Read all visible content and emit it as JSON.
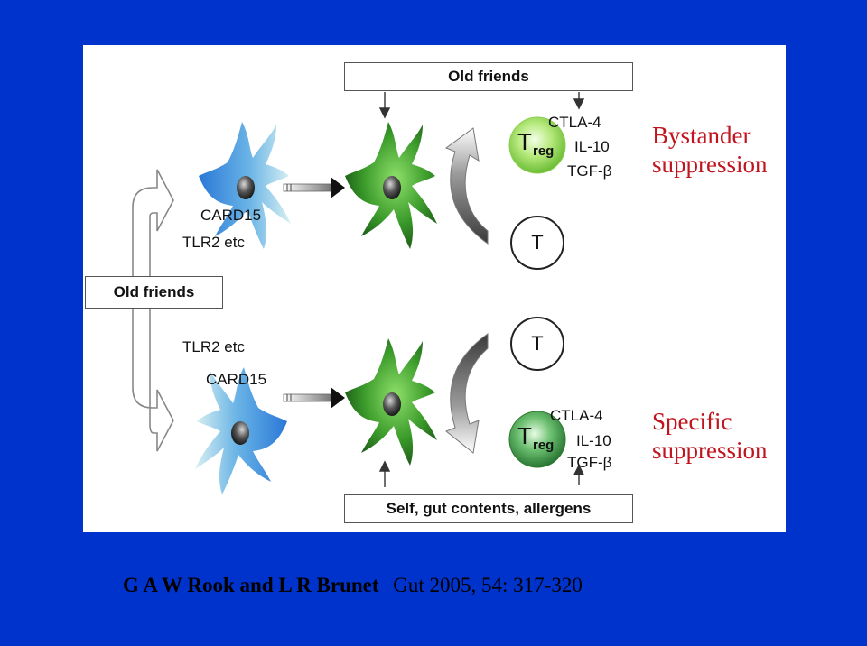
{
  "diagram": {
    "top_box": "Old friends",
    "left_box": "Old friends",
    "bottom_box": "Self, gut contents, allergens",
    "top_dc_labels": [
      "CARD15",
      "TLR2 etc"
    ],
    "bottom_dc_labels": [
      "TLR2 etc",
      "CARD15"
    ],
    "t_cell": "T",
    "treg_main": "T",
    "treg_sub": "reg",
    "cytokines": [
      "CTLA-4",
      "IL-10",
      "TGF-β"
    ],
    "bystander": [
      "Bystander",
      "suppression"
    ],
    "specific": [
      "Specific",
      "suppression"
    ],
    "colors": {
      "background": "#0033cc",
      "treg_top": "#7dd23a",
      "treg_bottom": "#2e9a3a",
      "red_text": "#c0141e"
    }
  },
  "citation": {
    "authors": "G A W Rook and L R Brunet",
    "reference": "Gut 2005, 54: 317-320"
  }
}
